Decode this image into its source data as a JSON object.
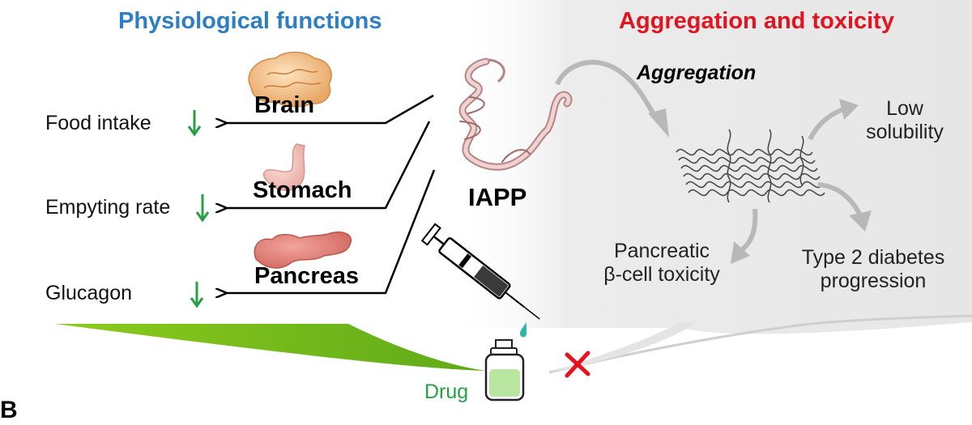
{
  "left": {
    "title": "Physiological functions",
    "organs": [
      "Brain",
      "Stomach",
      "Pancreas"
    ],
    "effects": [
      "Food intake",
      "Empyting rate",
      "Glucagon"
    ],
    "effect_direction": "down",
    "effect_arrow_color": "#27a046"
  },
  "center": {
    "protein_label": "IAPP",
    "drug_label": "Drug"
  },
  "right": {
    "title": "Aggregation and toxicity",
    "aggregation_label": "Aggregation",
    "outcomes": {
      "low_solubility": [
        "Low",
        "solubility"
      ],
      "beta_cell": [
        "Pancreatic",
        "β-cell toxicity"
      ],
      "diabetes": [
        "Type 2 diabetes",
        "progression"
      ]
    },
    "blocked_mark_color": "#e3131f"
  },
  "panel_letter": "B",
  "colors": {
    "title_blue": "#2e7ec3",
    "title_red": "#e3131f",
    "drug_green": "#27a046",
    "wedge_green": "#7cc21f",
    "shade_gray": "#ececec",
    "arrow_gray": "#b8b8b8"
  }
}
